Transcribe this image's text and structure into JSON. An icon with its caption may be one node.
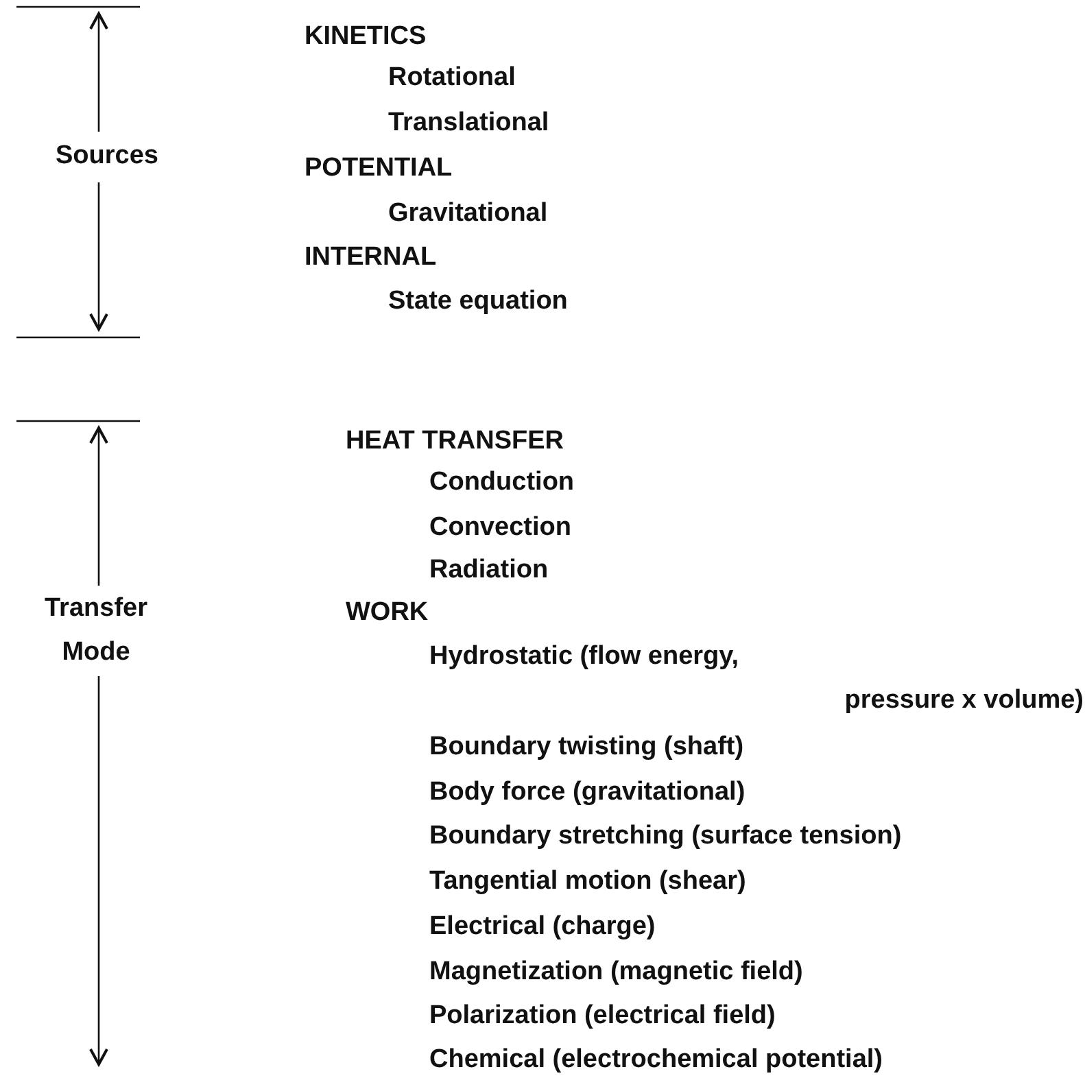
{
  "diagram": {
    "labels": [
      "Sources",
      "KINETICS",
      "Rotational",
      "Translational",
      "POTENTIAL",
      "Gravitational",
      "INTERNAL",
      "State equation",
      "Transfer Mode",
      "HEAT TRANSFER",
      "Conduction",
      "Convection",
      "Radiation",
      "WORK",
      "Hydrostatic (flow energy, pressure x volume)",
      "Boundary twisting (shaft)",
      "Body force (gravitational)",
      "Boundary stretching (surface tension)",
      "Tangential motion (shear)",
      "Electrical (charge)",
      "Magnetization (magnetic field)",
      "Polarization (electrical field)",
      "Chemical (electrochemical potential)"
    ]
  }
}
